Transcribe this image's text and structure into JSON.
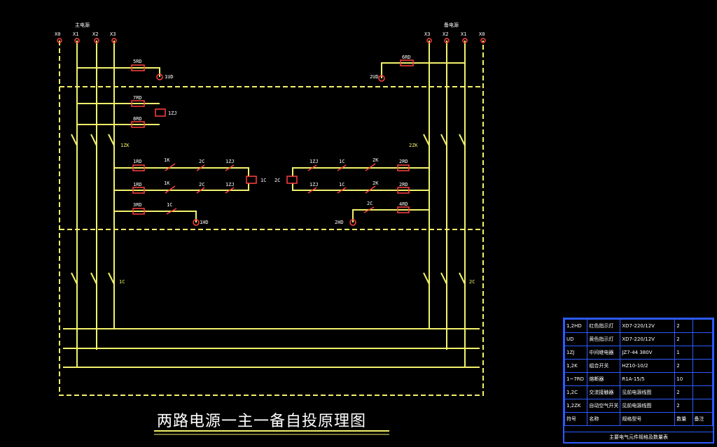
{
  "title": "两路电源一主一备自投原理图",
  "main_source": {
    "label": "主电源",
    "terminals": [
      "X0",
      "X1",
      "X2",
      "X3"
    ]
  },
  "backup_source": {
    "label": "备电源",
    "terminals": [
      "X3",
      "X2",
      "X1",
      "X0"
    ]
  },
  "components": {
    "left": [
      "5RD",
      "1UD",
      "7RD",
      "1ZJ",
      "8RD",
      "1ZK",
      "1RD",
      "1K",
      "2C",
      "1ZJ",
      "1C",
      "1RD",
      "1K",
      "2C",
      "1ZJ",
      "3RD",
      "1C",
      "1HD",
      "1C"
    ],
    "right": [
      "6RD",
      "2UD",
      "2ZK",
      "1ZJ",
      "1C",
      "2K",
      "2RD",
      "2C",
      "1ZJ",
      "1C",
      "2K",
      "2RD",
      "2C",
      "4RD",
      "2HD",
      "2C"
    ]
  },
  "bom": {
    "rows": [
      [
        "1,2HD",
        "红色指示灯",
        "XD7-220/12V",
        "2",
        ""
      ],
      [
        "UD",
        "黄色指示灯",
        "XD7-220/12V",
        "2",
        ""
      ],
      [
        "1ZJ",
        "中间继电器",
        "JZ7-44 380V",
        "1",
        ""
      ],
      [
        "1,2K",
        "组合开关",
        "HZ10-10/2",
        "2",
        ""
      ],
      [
        "1~7RD",
        "熔断器",
        "R1A-15/5",
        "10",
        ""
      ],
      [
        "1,2C",
        "交流接触器",
        "见前电源线图",
        "2",
        ""
      ],
      [
        "1,2ZK",
        "自动空气开关",
        "见前电源线图",
        "2",
        ""
      ],
      [
        "符号",
        "名称",
        "规格型号",
        "数量",
        "备注"
      ]
    ],
    "note": "主要电气元件规格及数量表"
  },
  "colors": {
    "background": "#000000",
    "wire": "#f2f26b",
    "component": "#ff4040",
    "table": "#2d5bff",
    "text": "#ffffff"
  }
}
